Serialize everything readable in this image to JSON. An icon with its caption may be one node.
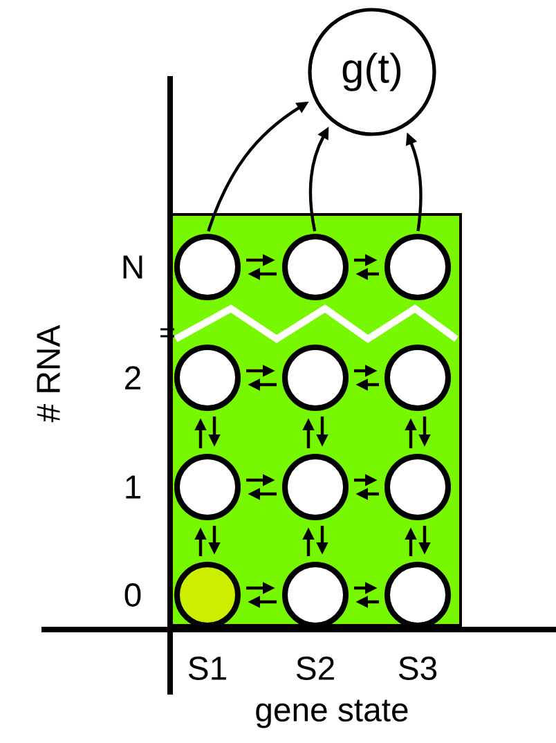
{
  "diagram": {
    "nodes": [
      {
        "text": [
          "g(t)"
        ]
      },
      {
        "text": [],
        "shape": "box"
      },
      {
        "text": [],
        "shape": "circle",
        "in": 1
      },
      {
        "text": [],
        "shape": "circle",
        "in": 1
      },
      {
        "text": [],
        "shape": "circle",
        "in": 1
      },
      {
        "text": [],
        "shape": "circle",
        "in": 1
      },
      {
        "text": [],
        "shape": "circle",
        "in": 1
      },
      {
        "text": [],
        "shape": "circle",
        "in": 1
      },
      {
        "text": [],
        "shape": "circle",
        "in": 1
      },
      {
        "text": [],
        "shape": "circle",
        "in": 1
      },
      {
        "text": [],
        "shape": "circle",
        "in": 1
      },
      {
        "text": [],
        "shape": "circle",
        "in": 1
      },
      {
        "text": [],
        "shape": "circle",
        "in": 1
      },
      {
        "text": [],
        "shape": "circle",
        "in": 1
      }
    ],
    "edges": [
      {
        "from": 2,
        "to": 0,
        "arrow": "to"
      },
      {
        "from": 3,
        "to": 0,
        "arrow": "to"
      },
      {
        "from": 4,
        "to": 0,
        "arrow": "to"
      },
      {
        "from": 2,
        "to": 3,
        "arrow": "to"
      },
      {
        "from": 3,
        "to": 2,
        "arrow": "to"
      },
      {
        "from": 3,
        "to": 4,
        "arrow": "to"
      },
      {
        "from": 4,
        "to": 3,
        "arrow": "to"
      },
      {
        "from": 5,
        "to": 6,
        "arrow": "to"
      },
      {
        "from": 6,
        "to": 5,
        "arrow": "to"
      },
      {
        "from": 6,
        "to": 7,
        "arrow": "to"
      },
      {
        "from": 7,
        "to": 6,
        "arrow": "to"
      },
      {
        "from": 8,
        "to": 9,
        "arrow": "to"
      },
      {
        "from": 9,
        "to": 8,
        "arrow": "to"
      },
      {
        "from": 9,
        "to": 10,
        "arrow": "to"
      },
      {
        "from": 10,
        "to": 9,
        "arrow": "to"
      },
      {
        "from": 11,
        "to": 12,
        "arrow": "to"
      },
      {
        "from": 12,
        "to": 11,
        "arrow": "to"
      },
      {
        "from": 12,
        "to": 13,
        "arrow": "to"
      },
      {
        "from": 13,
        "to": 12,
        "arrow": "to"
      },
      {
        "from": 8,
        "to": 5,
        "arrow": "to"
      },
      {
        "from": 5,
        "to": 8,
        "arrow": "to"
      },
      {
        "from": 9,
        "to": 6,
        "arrow": "to"
      },
      {
        "from": 6,
        "to": 9,
        "arrow": "to"
      },
      {
        "from": 10,
        "to": 7,
        "arrow": "to"
      },
      {
        "from": 7,
        "to": 10,
        "arrow": "to"
      },
      {
        "from": 11,
        "to": 8,
        "arrow": "to"
      },
      {
        "from": 8,
        "to": 11,
        "arrow": "to"
      },
      {
        "from": 12,
        "to": 9,
        "arrow": "to"
      },
      {
        "from": 9,
        "to": 12,
        "arrow": "to"
      },
      {
        "from": 13,
        "to": 10,
        "arrow": "to"
      },
      {
        "from": 10,
        "to": 13,
        "arrow": "to"
      }
    ],
    "labels": [
      "# RNA",
      "N",
      "2",
      "1",
      "0",
      "S1",
      "S2",
      "S3",
      "gene state"
    ]
  }
}
